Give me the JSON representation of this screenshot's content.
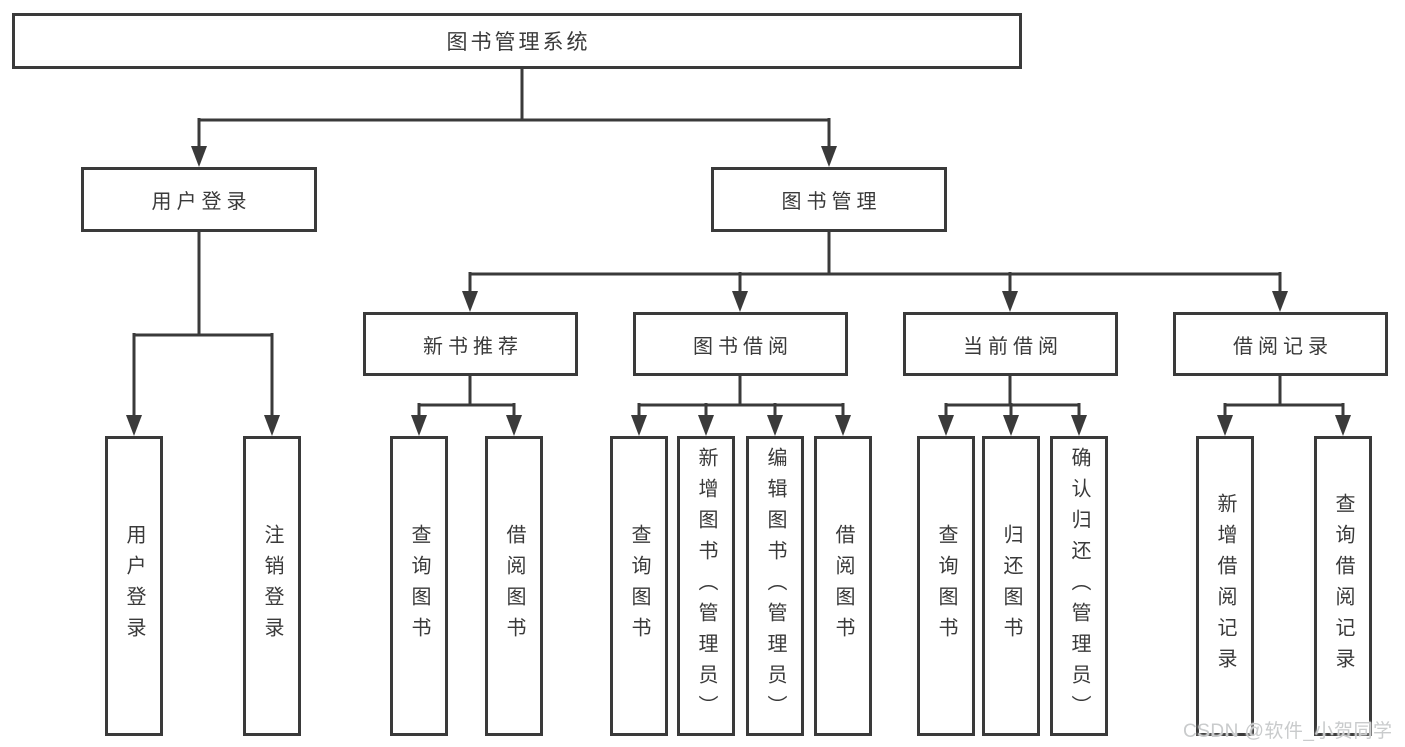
{
  "diagram": {
    "title": "图书管理系统",
    "tree": {
      "root": {
        "label": "图书管理系统",
        "children": [
          {
            "label": "用户登录",
            "children": [
              {
                "label": "用户登录"
              },
              {
                "label": "注销登录"
              }
            ]
          },
          {
            "label": "图书管理",
            "children": [
              {
                "label": "新书推荐",
                "children": [
                  {
                    "label": "查询图书"
                  },
                  {
                    "label": "借阅图书"
                  }
                ]
              },
              {
                "label": "图书借阅",
                "children": [
                  {
                    "label": "查询图书"
                  },
                  {
                    "label": "新增图书（管理员）"
                  },
                  {
                    "label": "编辑图书（管理员）"
                  },
                  {
                    "label": "借阅图书"
                  }
                ]
              },
              {
                "label": "当前借阅",
                "children": [
                  {
                    "label": "查询图书"
                  },
                  {
                    "label": "归还图书"
                  },
                  {
                    "label": "确认归还（管理员）"
                  }
                ]
              },
              {
                "label": "借阅记录",
                "children": [
                  {
                    "label": "新增借阅记录"
                  },
                  {
                    "label": "查询借阅记录"
                  }
                ]
              }
            ]
          }
        ]
      }
    },
    "colors": {
      "line": "#3a3a3a",
      "text": "#3a3a3a",
      "background": "#ffffff",
      "watermark": "#c6c8c9"
    }
  },
  "watermark": {
    "text": "CSDN @软件_小贺同学"
  }
}
